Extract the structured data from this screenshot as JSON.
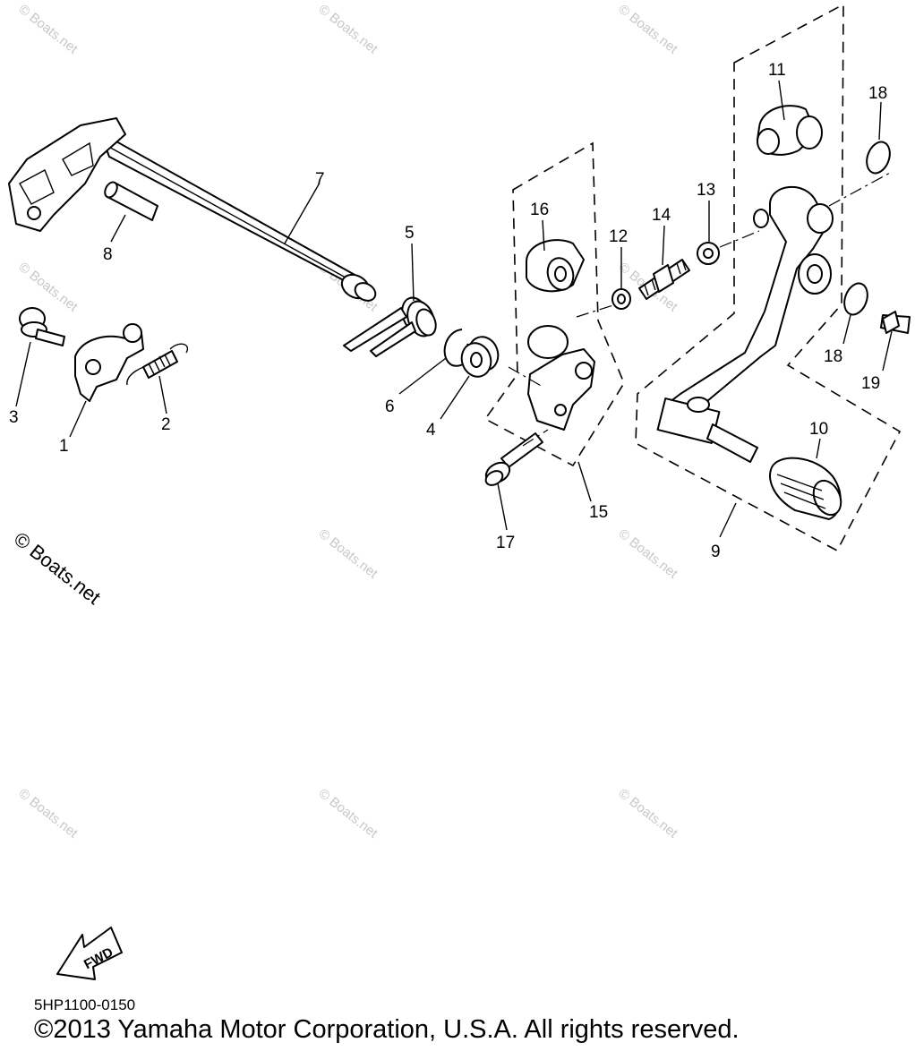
{
  "watermark": {
    "text": "© Boats.net",
    "prominent_text": "© Boats.net"
  },
  "callouts": [
    "1",
    "2",
    "3",
    "4",
    "5",
    "6",
    "7",
    "8",
    "9",
    "10",
    "11",
    "12",
    "13",
    "14",
    "15",
    "16",
    "17",
    "18",
    "18",
    "19"
  ],
  "fwd_label": "FWD",
  "footer": {
    "code": "5HP1100-0150",
    "copyright": "©2013 Yamaha Motor Corporation, U.S.A. All rights reserved."
  }
}
